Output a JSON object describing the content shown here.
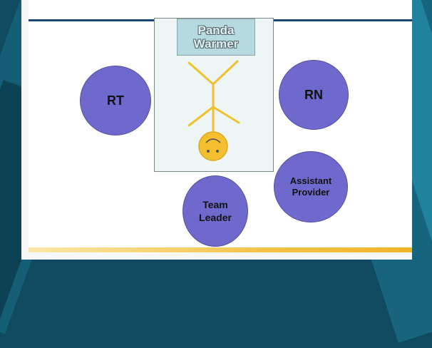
{
  "diagram": {
    "warmer": {
      "line1": "Panda",
      "line2": "Warmer"
    },
    "roles": {
      "rt": "RT",
      "rn": "RN",
      "assistant_line1": "Assistant",
      "assistant_line2": "Provider",
      "leader_line1": "Team",
      "leader_line2": "Leader"
    }
  },
  "colors": {
    "role_circle": "#6e69cc",
    "warmer_box": "#edf5f5",
    "warmer_label": "#b5dbe0",
    "stick_figure": "#f0c030",
    "face": "#f5c030",
    "header_rule": "#17467a",
    "footer_rule": "#f0b428"
  }
}
